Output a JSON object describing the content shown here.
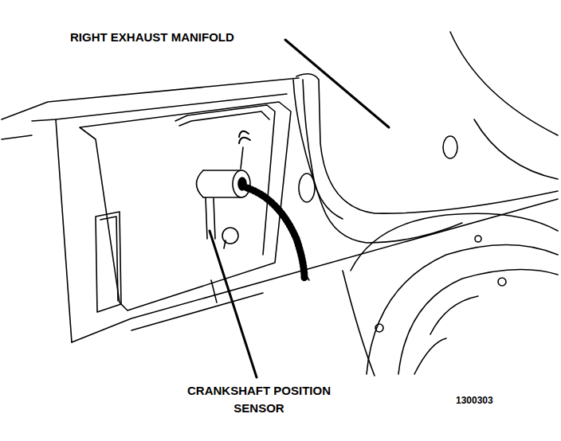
{
  "diagram": {
    "labels": [
      "RIGHT EXHAUST MANIFOLD",
      "CRANKSHAFT POSITION SENSOR",
      "1300303"
    ]
  }
}
